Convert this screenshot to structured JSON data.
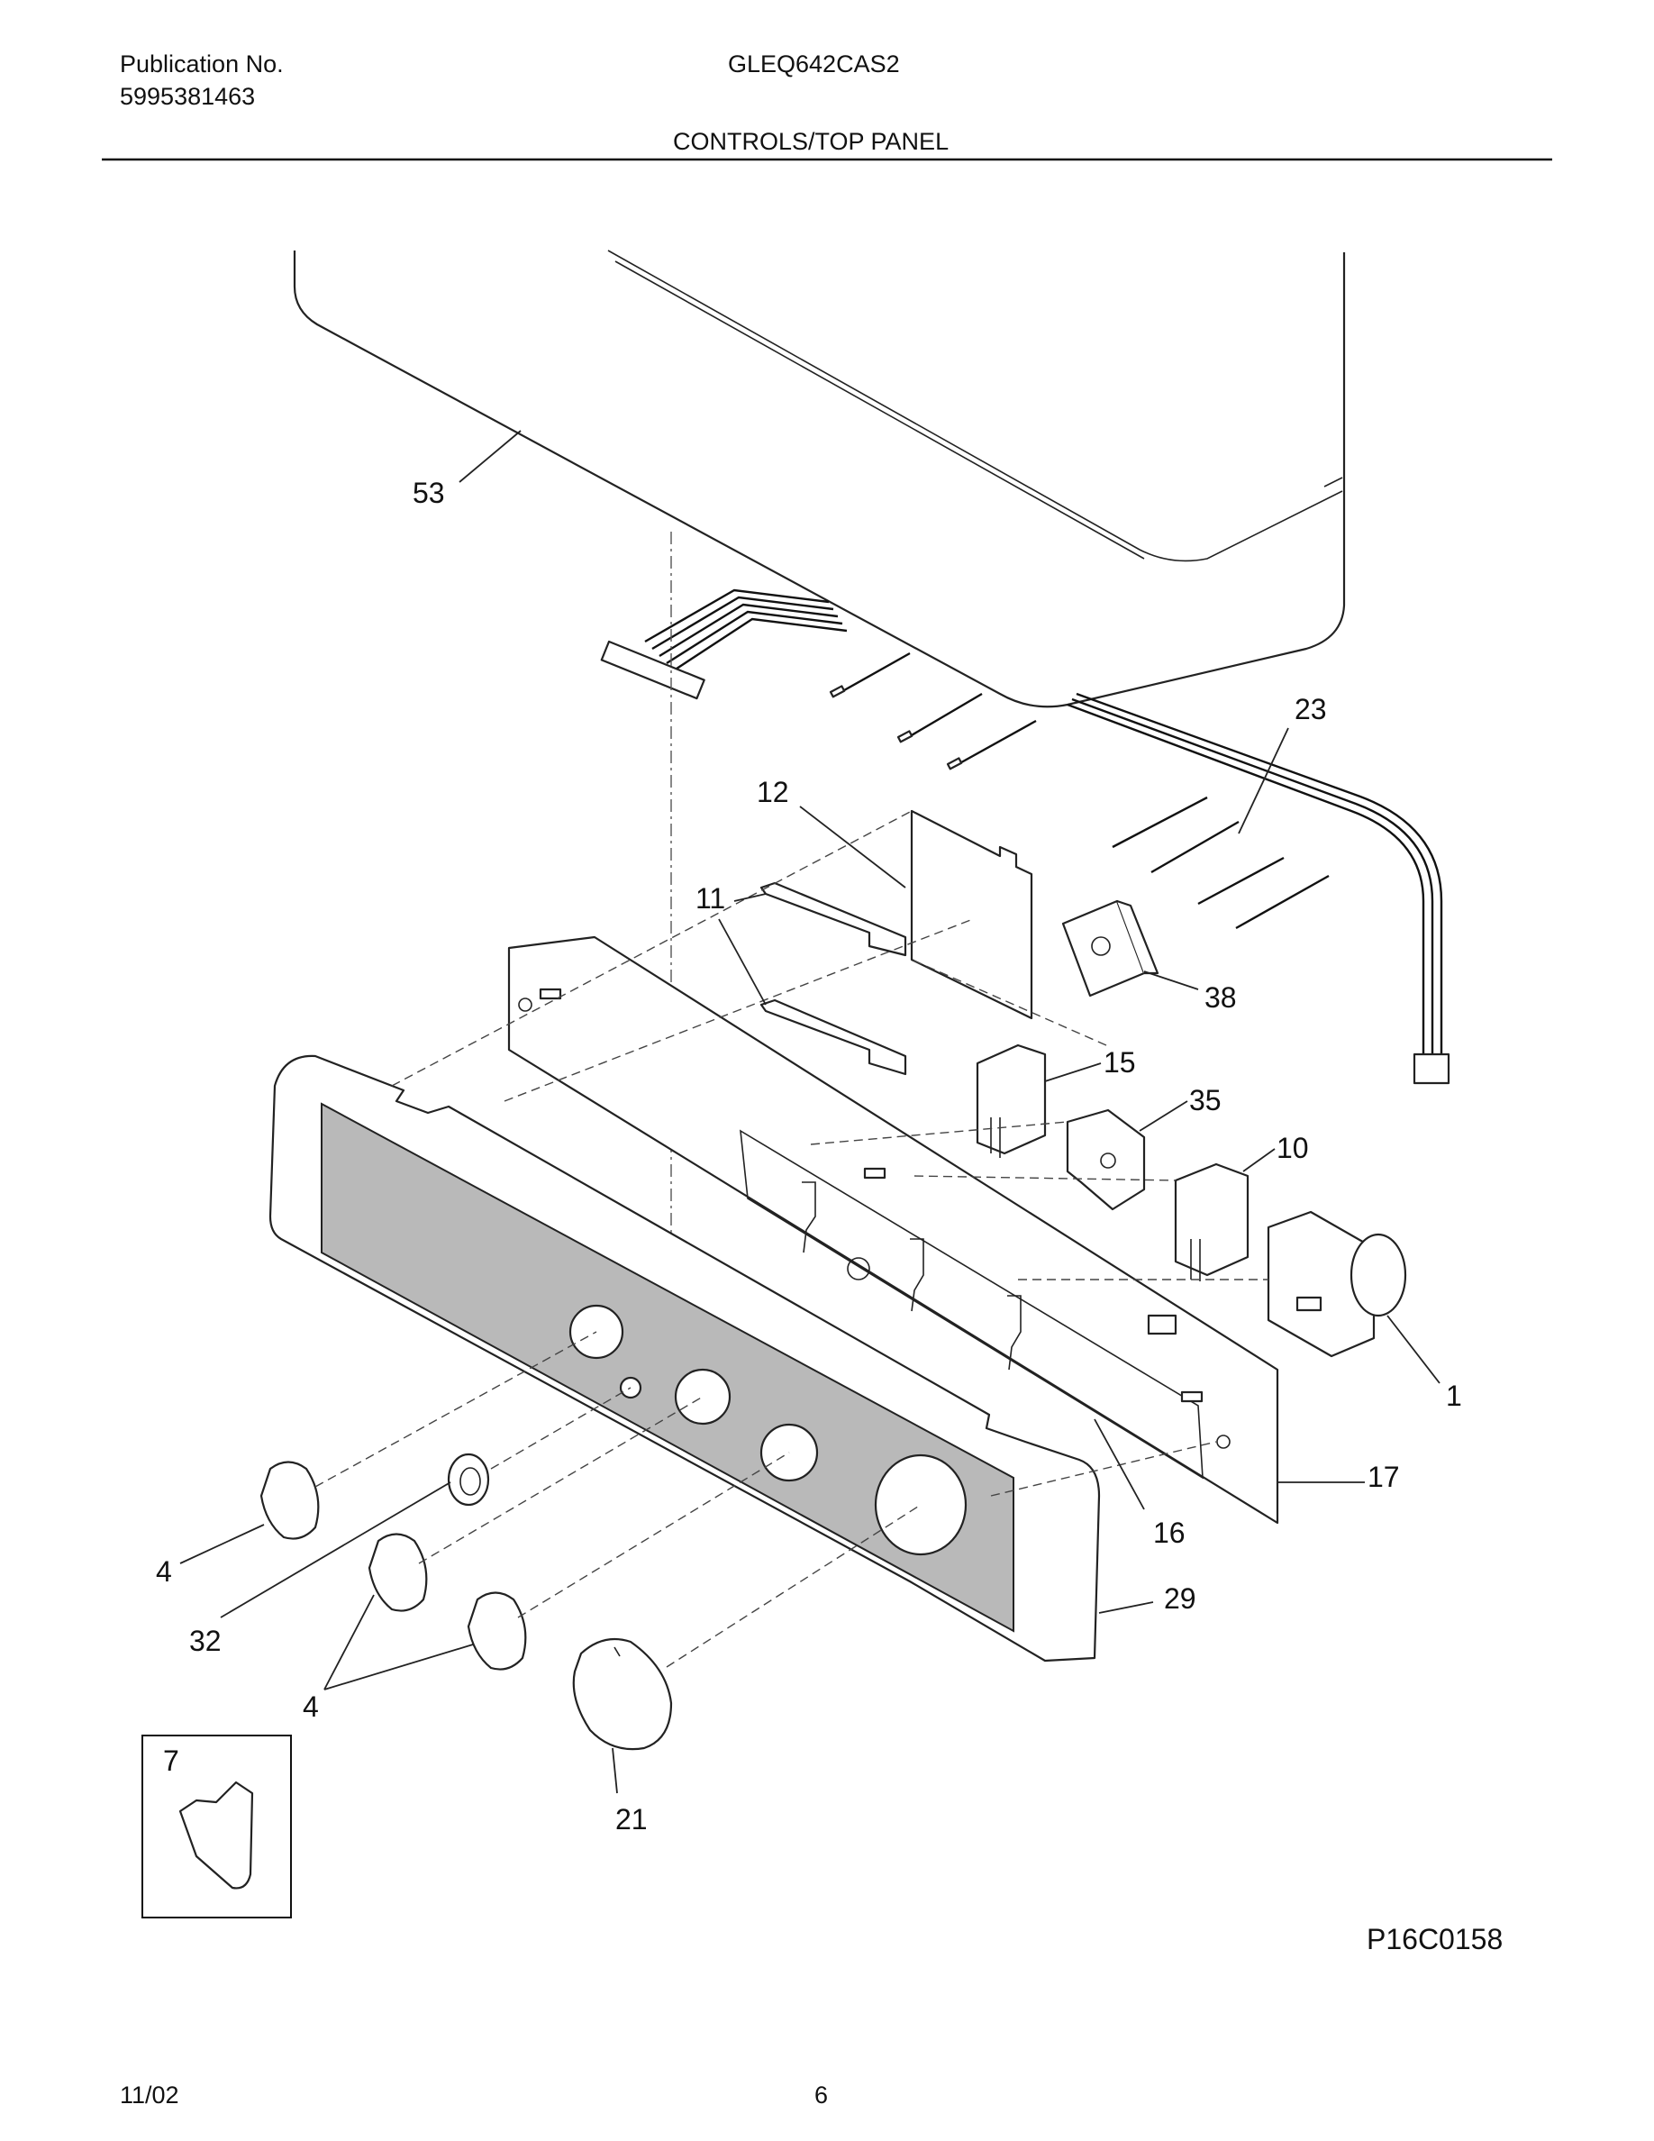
{
  "header": {
    "publication_label": "Publication No.",
    "publication_number": "5995381463",
    "model": "GLEQ642CAS2",
    "section_title": "CONTROLS/TOP PANEL"
  },
  "diagram": {
    "callouts": {
      "c53": "53",
      "c23": "23",
      "c12": "12",
      "c11": "11",
      "c38": "38",
      "c15": "15",
      "c35": "35",
      "c10": "10",
      "c1": "1",
      "c17": "17",
      "c16": "16",
      "c29": "29",
      "c4a": "4",
      "c32": "32",
      "c4b": "4",
      "c7": "7",
      "c21": "21"
    },
    "drawing_id": "P16C0158"
  },
  "footer": {
    "date": "11/02",
    "page": "6"
  }
}
